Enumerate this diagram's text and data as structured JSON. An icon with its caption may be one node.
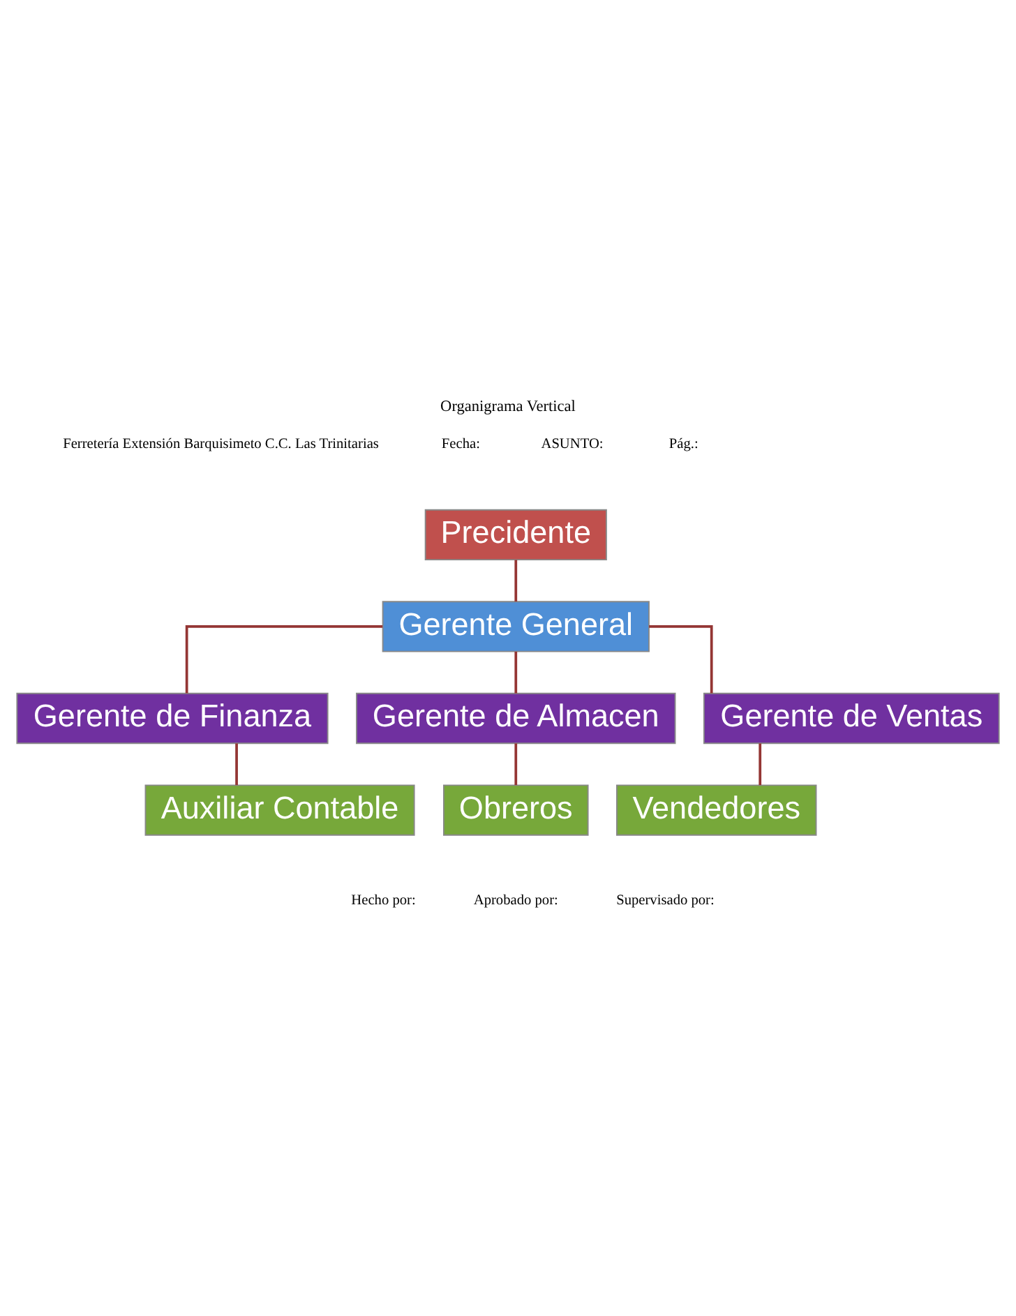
{
  "diagram": {
    "title": "Organigrama Vertical",
    "nodes": [
      {
        "text": [
          "Precidente"
        ]
      },
      {
        "text": [
          "Gerente General"
        ]
      },
      {
        "text": [
          "Gerente de Finanza"
        ]
      },
      {
        "text": [
          "Gerente de Almacen"
        ]
      },
      {
        "text": [
          "Gerente de Ventas"
        ]
      },
      {
        "text": [
          "Auxiliar Contable"
        ]
      },
      {
        "text": [
          "Obreros"
        ]
      },
      {
        "text": [
          "Vendedores"
        ]
      }
    ],
    "edges": [
      {
        "from": 0,
        "to": 1,
        "arrow": "none"
      },
      {
        "from": 1,
        "to": 2,
        "arrow": "none"
      },
      {
        "from": 1,
        "to": 3,
        "arrow": "none"
      },
      {
        "from": 1,
        "to": 4,
        "arrow": "none"
      },
      {
        "from": 2,
        "to": 5,
        "arrow": "none"
      },
      {
        "from": 3,
        "to": 6,
        "arrow": "none"
      },
      {
        "from": 4,
        "to": 7,
        "arrow": "none"
      }
    ],
    "labels": [
      "Ferretería Extensión Barquisimeto C.C. Las Trinitarias",
      "Fecha:",
      "ASUNTO:",
      "Pág.:",
      "Hecho por:",
      "Aprobado por:",
      "Supervisado por:"
    ]
  }
}
